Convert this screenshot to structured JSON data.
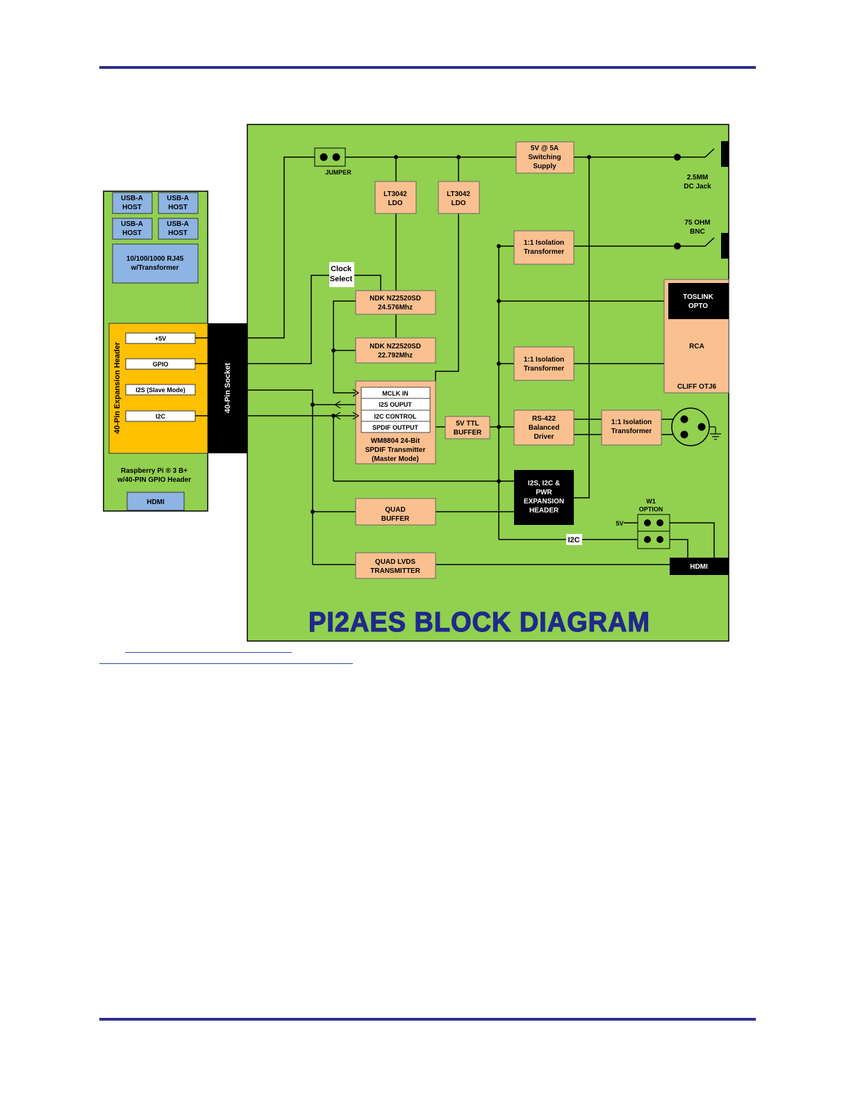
{
  "header_rule_color": "#2f2f8f",
  "colors": {
    "board_green": "#92d050",
    "block_peach": "#fac090",
    "pi_blue": "#8eb4e3",
    "header_orange": "#ffc000",
    "black": "#000000",
    "title_navy": "#1f2a8a"
  },
  "pi": {
    "usb": [
      "USB-A\nHOST",
      "USB-A\nHOST",
      "USB-A\nHOST",
      "USB-A\nHOST"
    ],
    "rj45": "10/100/1000 RJ45\nw/Transformer",
    "expansion_header_label": "40-Pin Expansion Header",
    "pins": [
      "+5V",
      "GPIO",
      "I2S (Slave Mode)",
      "I2C"
    ],
    "board_label": "Raspberry Pi ® 3 B+\nw/40-PIN GPIO Header",
    "hdmi": "HDMI"
  },
  "socket_label": "40-Pin Socket",
  "blocks": {
    "jumper": "JUMPER",
    "switching_supply": "5V @ 5A\nSwitching\nSupply",
    "ldo1": "LT3042\nLDO",
    "ldo2": "LT3042\nLDO",
    "clock_select": "Clock\nSelect",
    "osc1": "NDK NZ2520SD\n24.576Mhz",
    "osc2": "NDK NZ2520SD\n22.792Mhz",
    "wm_ports": [
      "MCLK IN",
      "I2S OUPUT",
      "I2C CONTROL",
      "SPDIF OUTPUT"
    ],
    "wm_chip": "WM8804 24-Bit\nSPDIF Transmitter\n(Master Mode)",
    "ttl_buffer": "5V TTL\nBUFFER",
    "rs422": "RS-422\nBalanced\nDriver",
    "iso1": "1:1 Isolation\nTransformer",
    "iso2": "1:1 Isolation\nTransformer",
    "iso3": "1:1 Isolation\nTransformer",
    "expansion": "I2S, I2C &\nPWR\nEXPANSION\nHEADER",
    "quad_buffer": "QUAD\nBUFFER",
    "quad_lvds": "QUAD LVDS\nTRANSMITTER",
    "dc_jack": "2.5MM\nDC Jack",
    "bnc": "75 OHM\nBNC",
    "toslink": "TOSLINK\nOPTO",
    "rca": "RCA",
    "cliff": "CLIFF OTJ6",
    "w1": "W1\nOPTION",
    "v5": "5V",
    "i2c": "I2C",
    "hdmi_out": "HDMI"
  },
  "title": "PI2AES BLOCK DIAGRAM"
}
